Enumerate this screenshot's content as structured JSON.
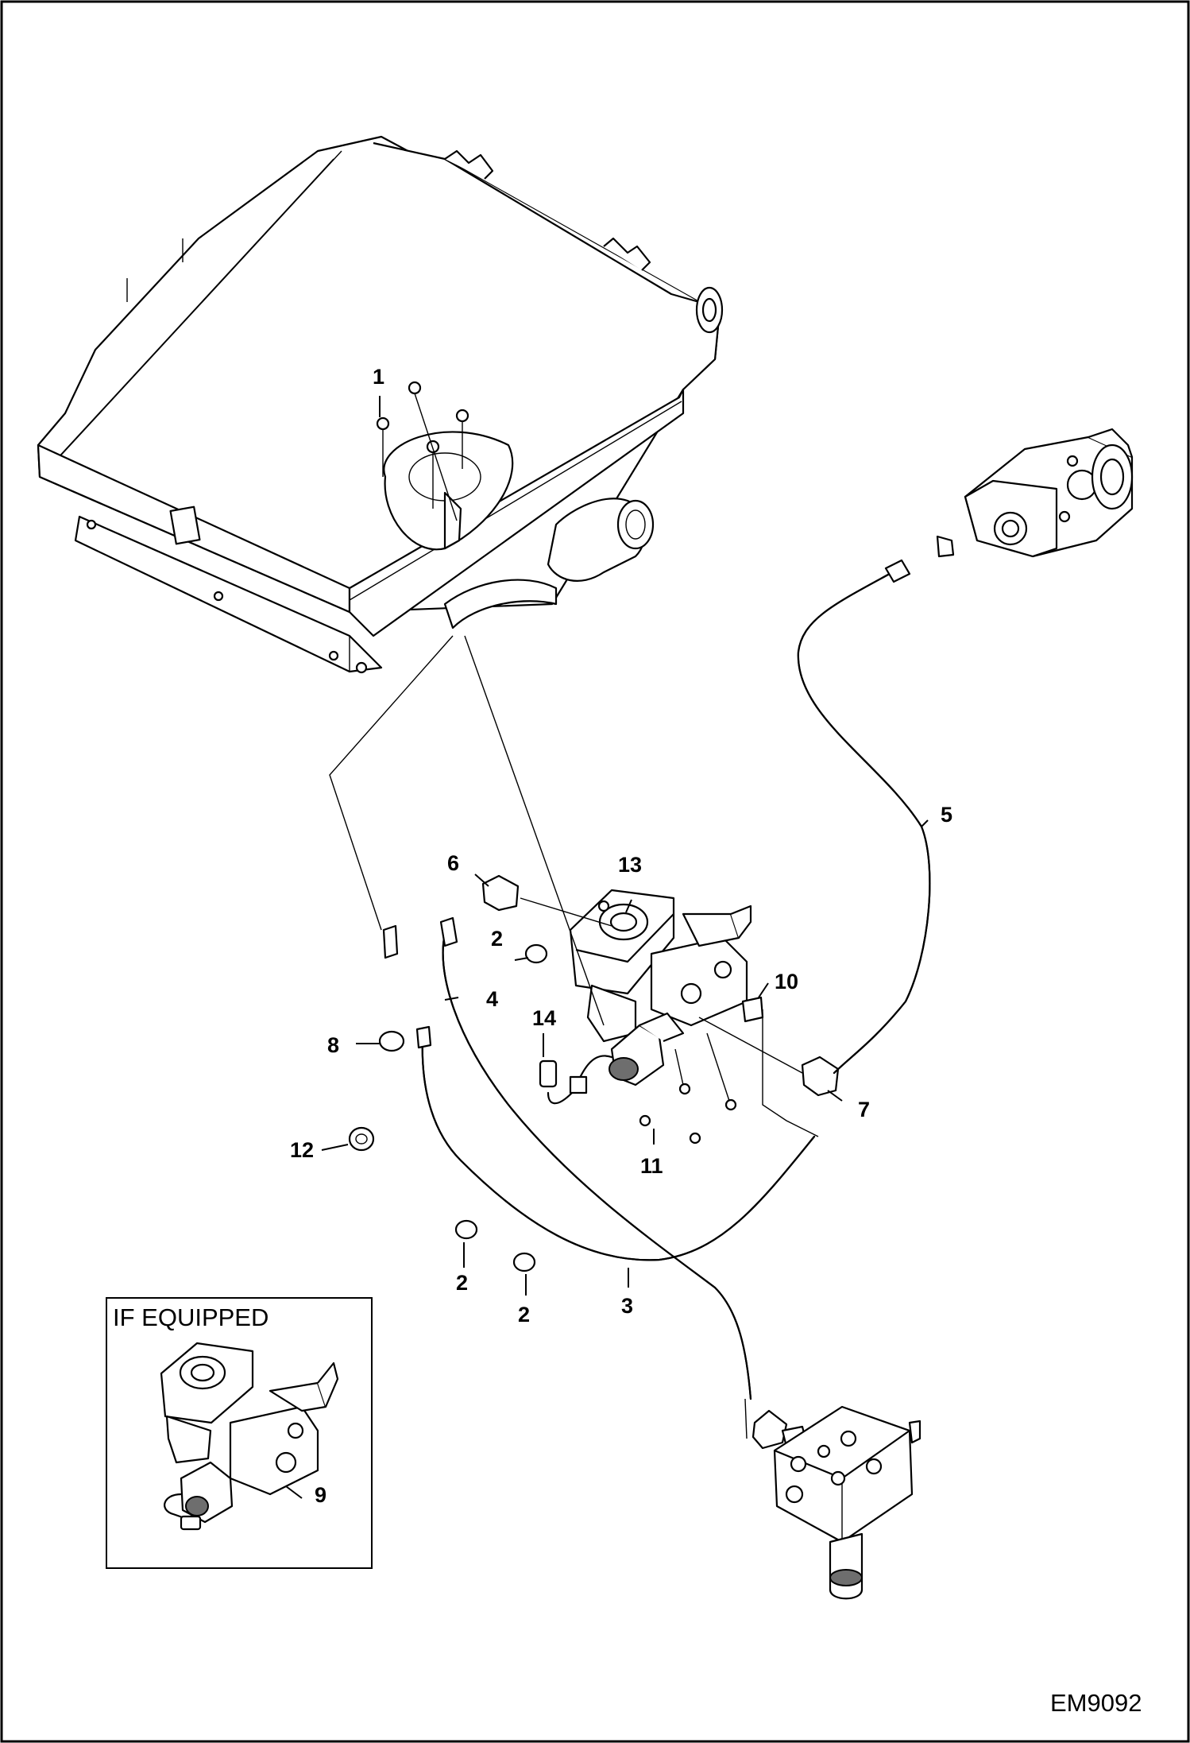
{
  "inset": {
    "title": "IF EQUIPPED"
  },
  "drawing_id": "EM9092",
  "callouts": {
    "c1": "1",
    "c2a": "2",
    "c2b": "2",
    "c2c": "2",
    "c3": "3",
    "c4": "4",
    "c5": "5",
    "c6": "6",
    "c7": "7",
    "c8": "8",
    "c9": "9",
    "c10": "10",
    "c11": "11",
    "c12": "12",
    "c13": "13",
    "c14": "14"
  },
  "icons": {
    "cooler": "oil-cooler-icon",
    "motor": "hydraulic-motor-icon",
    "valve": "control-valve-icon",
    "block": "valve-block-icon"
  }
}
